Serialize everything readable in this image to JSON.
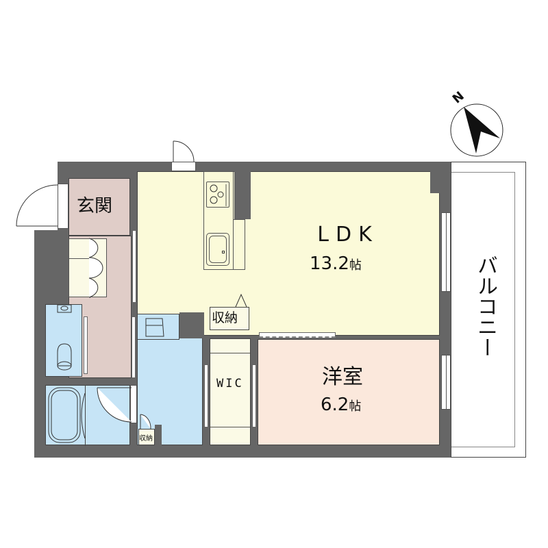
{
  "floor_plan": {
    "type": "apartment-1LDK",
    "colors": {
      "wall": "#666666",
      "ldk": "#fbfad9",
      "western_room": "#fbe8dc",
      "entrance": "#e0cdc8",
      "wet_area": "#c6e4f6",
      "storage": "#fbfae6",
      "balcony": "#ffffff"
    },
    "rooms": {
      "ldk": {
        "name": "LDK",
        "size": "13.2",
        "unit": "帖"
      },
      "western": {
        "name": "洋室",
        "size": "6.2",
        "unit": "帖"
      },
      "entrance": {
        "name": "玄関"
      },
      "closet": {
        "name": "収納"
      },
      "small_closet": {
        "name": "収納"
      },
      "wic": {
        "name": "WIC"
      },
      "balcony": {
        "name": "バルコニー"
      }
    },
    "compass": {
      "label": "N",
      "direction": "north-west"
    }
  }
}
